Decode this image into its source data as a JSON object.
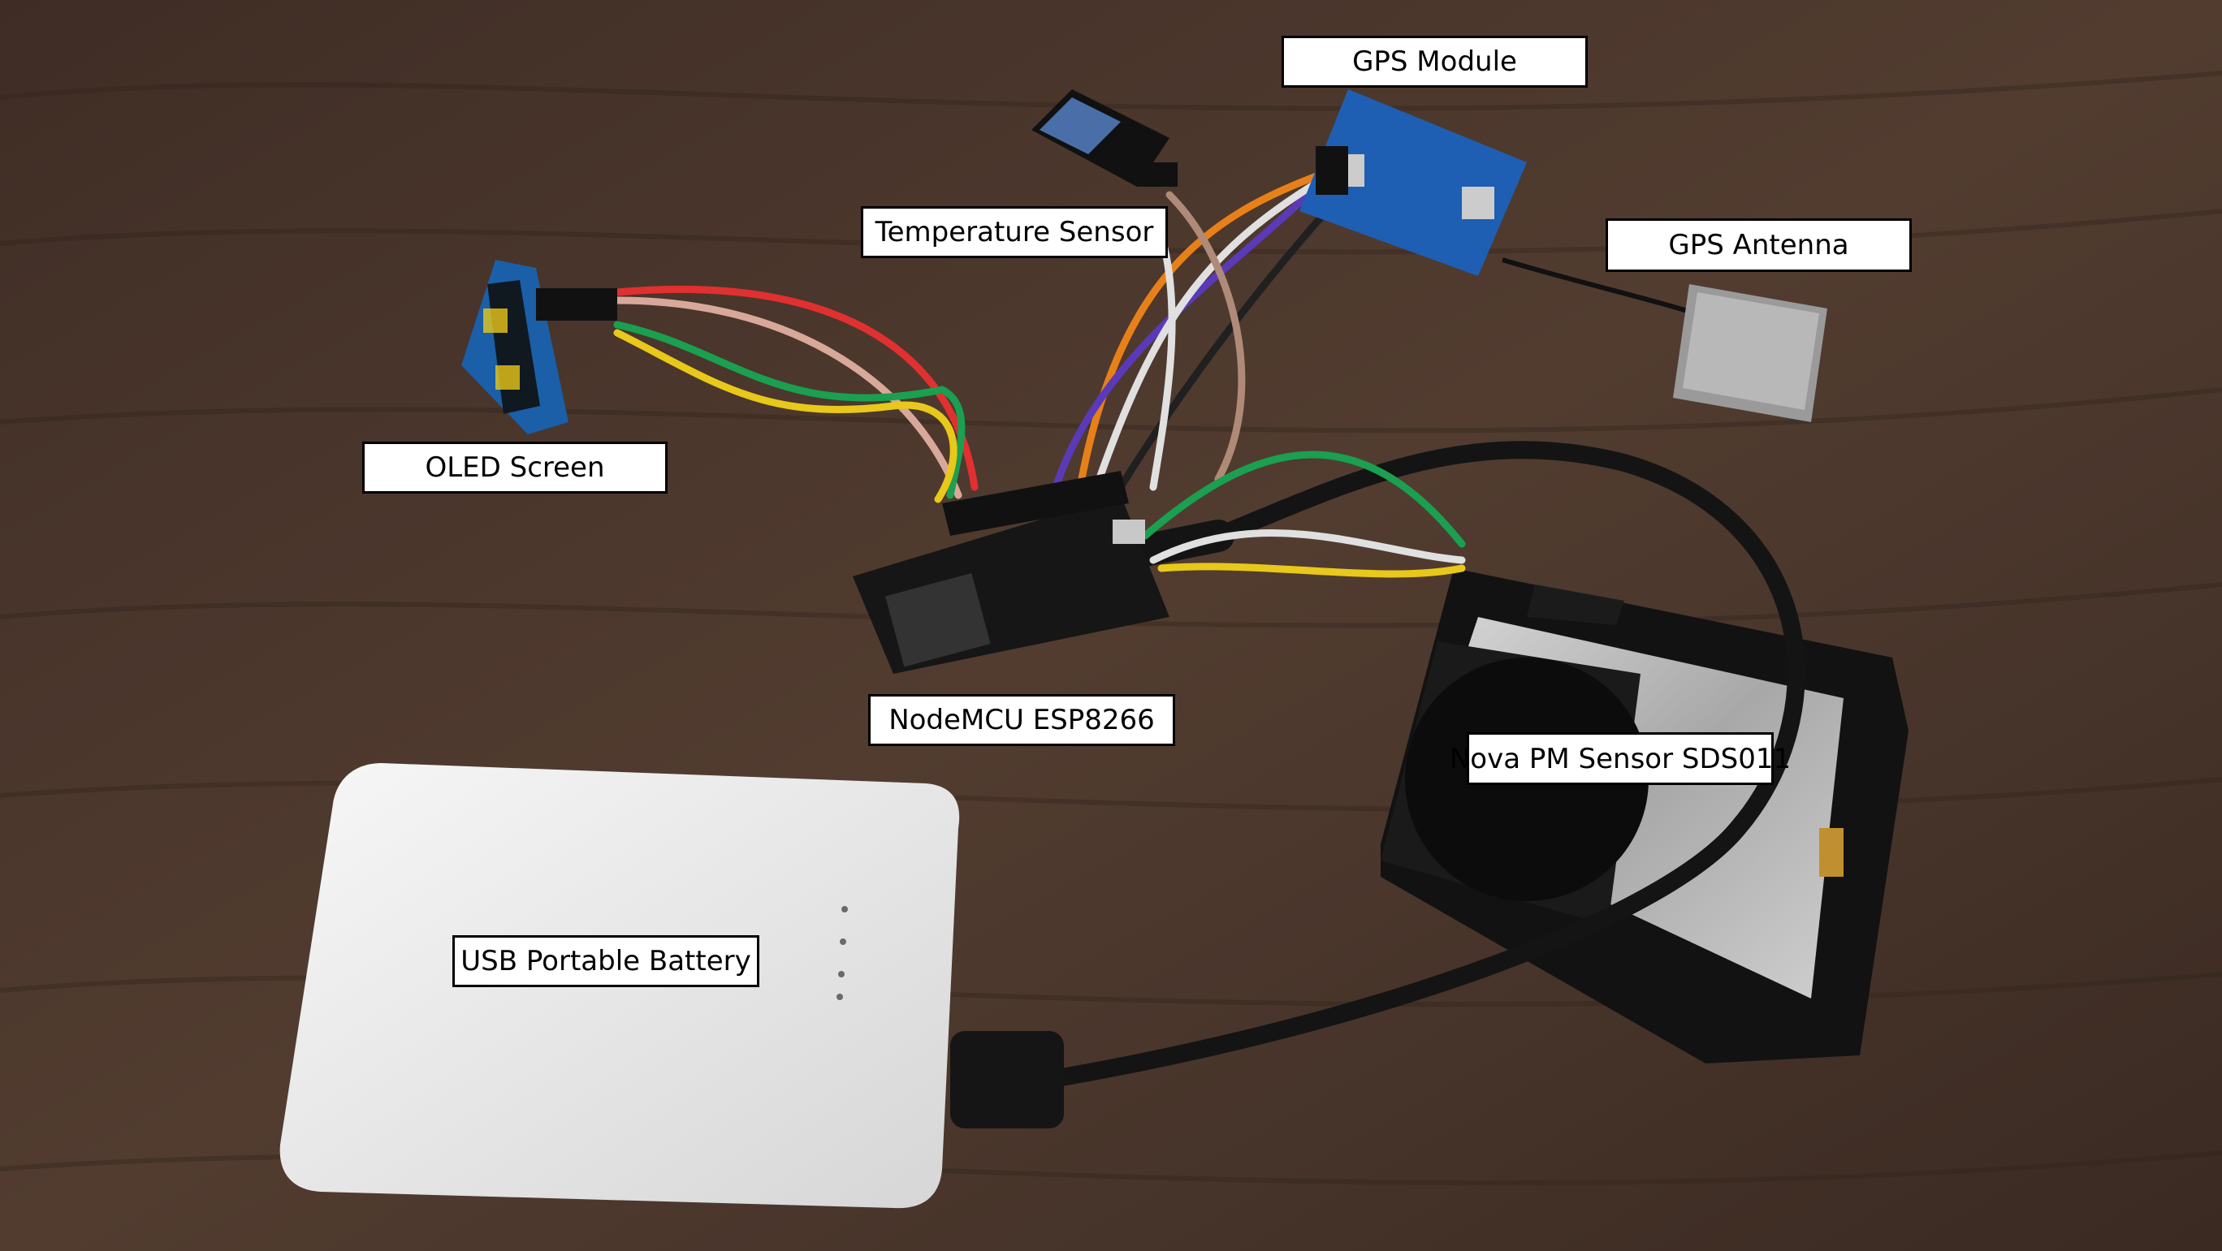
{
  "scene": {
    "description_icons": [
      "wood-table",
      "oled-screen",
      "temperature-sensor",
      "gps-module",
      "gps-antenna",
      "nodemcu-board",
      "pm-sensor",
      "usb-battery",
      "usb-cable",
      "jumper-wires"
    ]
  },
  "labels": {
    "gps_module": "GPS Module",
    "temperature_sensor": "Temperature Sensor",
    "gps_antenna": "GPS Antenna",
    "oled_screen": "OLED Screen",
    "nodemcu": "NodeMCU ESP8266",
    "pm_sensor": "Nova PM Sensor SDS011",
    "battery": "USB Portable Battery"
  },
  "colors": {
    "wood": "#4e382d",
    "wood_dark": "#2f211b",
    "board_black": "#111111",
    "gps_blue": "#1e5fb4",
    "oled_blue": "#1a5fa8",
    "battery_white": "#eeeeee",
    "wire_red": "#e03030",
    "wire_green": "#1aa050",
    "wire_yellow": "#e8c81a",
    "wire_pink": "#d8a89a",
    "wire_orange": "#e8801a",
    "wire_purple": "#5a3ab8",
    "wire_white": "#e0e0e0",
    "wire_brown": "#b08a78"
  }
}
